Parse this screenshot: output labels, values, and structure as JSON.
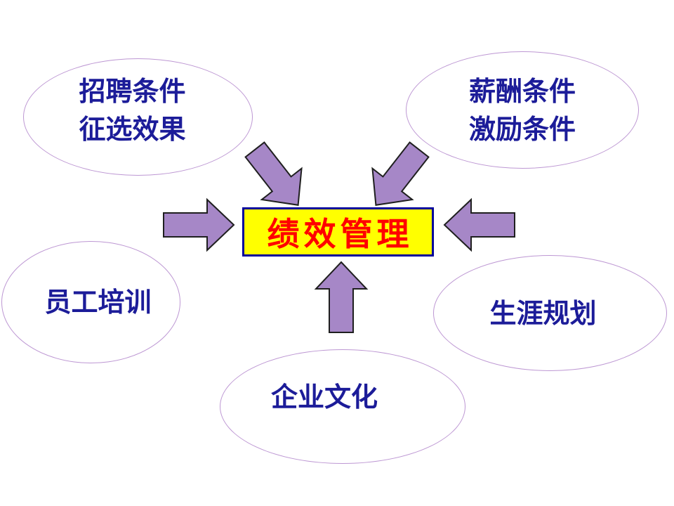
{
  "slide": {
    "background": "#FFFFFF",
    "center_box": {
      "label": "绩效管理",
      "fill": "#FFFF00",
      "border_color": "#000099",
      "text_color": "#FF0000"
    },
    "nodes": [
      {
        "id": "recruitment-selection",
        "position": "top-left",
        "lines": [
          "招聘条件",
          "征选效果"
        ]
      },
      {
        "id": "compensation-incentive",
        "position": "top-right",
        "lines": [
          "薪酬条件",
          "激励条件"
        ]
      },
      {
        "id": "employee-training",
        "position": "left",
        "lines": [
          "员工培训"
        ]
      },
      {
        "id": "career-planning",
        "position": "right",
        "lines": [
          "生涯规划"
        ]
      },
      {
        "id": "corporate-culture",
        "position": "bottom",
        "lines": [
          "企业文化"
        ]
      }
    ],
    "arrows": [
      {
        "id": "from-top-left",
        "direction": "down-right"
      },
      {
        "id": "from-top-right",
        "direction": "down-left"
      },
      {
        "id": "from-left",
        "direction": "right"
      },
      {
        "id": "from-right",
        "direction": "left"
      },
      {
        "id": "from-bottom",
        "direction": "up"
      }
    ],
    "colors": {
      "arrow_fill": "#A687C7",
      "arrow_stroke": "#1F1F1F",
      "ellipse_border": "#BD97D3",
      "node_text": "#1C1C99"
    }
  }
}
